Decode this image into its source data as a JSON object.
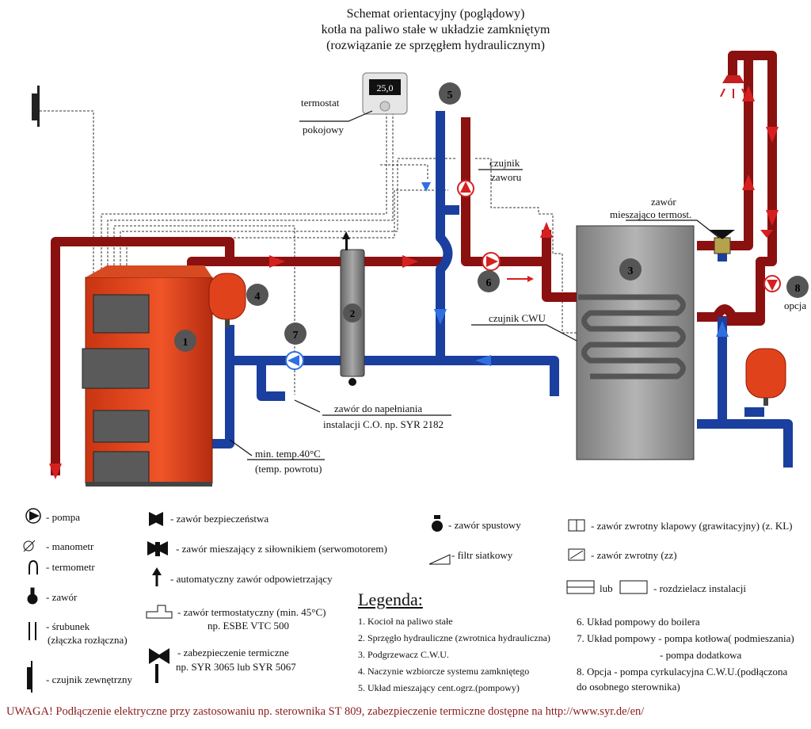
{
  "title": {
    "line1": "Schemat orientacyjny (poglądowy)",
    "line2": "kotła na paliwo stałe w układzie zamkniętym",
    "line3": "(rozwiązanie ze sprzęgłem hydraulicznym)"
  },
  "thermostat_display": "25,0",
  "labels": {
    "termostat1": "termostat",
    "termostat2": "pokojowy",
    "czujnik_zaworu1": "czujnik",
    "czujnik_zaworu2": "zaworu",
    "zawor_miesz1": "zawór",
    "zawor_miesz2": "mieszająco termost.",
    "czujnik_cwu": "czujnik CWU",
    "opcja": "opcja",
    "napelnianie1": "zawór do napełniania",
    "napelnianie2": "instalacji C.O. np. SYR 2182",
    "min_temp1": "min. temp.40°C",
    "min_temp2": "(temp. powrotu)"
  },
  "markers": [
    "1",
    "2",
    "3",
    "4",
    "5",
    "6",
    "7",
    "8"
  ],
  "legend_symbols": {
    "pompa": "- pompa",
    "manometr": "- manometr",
    "termometr": "- termometr",
    "zawor": "- zawór",
    "srubunek1": "- śrubunek",
    "srubunek2": "(złączka rozłączna)",
    "czujnik_zew": "- czujnik zewnętrzny",
    "zawor_bezp": "- zawór bezpieczeństwa",
    "zawor_miesz": "- zawór mieszający z siłownikiem (serwomotorem)",
    "odpowietrz": "- automatyczny zawór odpowietrzający",
    "termostatyczny1": "- zawór termostatyczny (min. 45°C)",
    "termostatyczny2": "np. ESBE VTC 500",
    "zabezp1": "- zabezpieczenie termiczne",
    "zabezp2": "np. SYR 3065 lub SYR 5067",
    "spustowy": "- zawór spustowy",
    "filtr": "- filtr siatkowy",
    "zwrotny_klapowy": "- zawór zwrotny klapowy (grawitacyjny) (z. KL)",
    "zwrotny_zz": "- zawór zwrotny (zz)",
    "lub": "lub",
    "rozdzielacz": "- rozdzielacz instalacji"
  },
  "legend_title": "Legenda:",
  "legend_items_left": [
    "1. Kocioł na paliwo stałe",
    "2. Sprzęgło hydrauliczne (zwrotnica hydrauliczna)",
    "3. Podgrzewacz C.W.U.",
    "4. Naczynie wzbiorcze systemu zamkniętego",
    "5. Układ mieszający cent.ogrz.(pompowy)"
  ],
  "legend_items_right": [
    "6. Układ pompowy do boilera",
    "7. Układ pompowy - pompa kotłowa( podmieszania)",
    "- pompa dodatkowa",
    "8. Opcja - pompa cyrkulacyjna C.W.U.(podłączona",
    "do osobnego sterownika)"
  ],
  "note": "UWAGA! Podłączenie elektryczne przy zastosowaniu np. sterownika ST 809, zabezpieczenie termiczne dostępne na http://www.syr.de/en/",
  "colors": {
    "hot": "#8b1010",
    "hot_arrow": "#d62020",
    "cold": "#1a3f9e",
    "cold_arrow": "#2f6fe0",
    "boiler": "#e0431b",
    "tank": "#9a9a9a"
  }
}
